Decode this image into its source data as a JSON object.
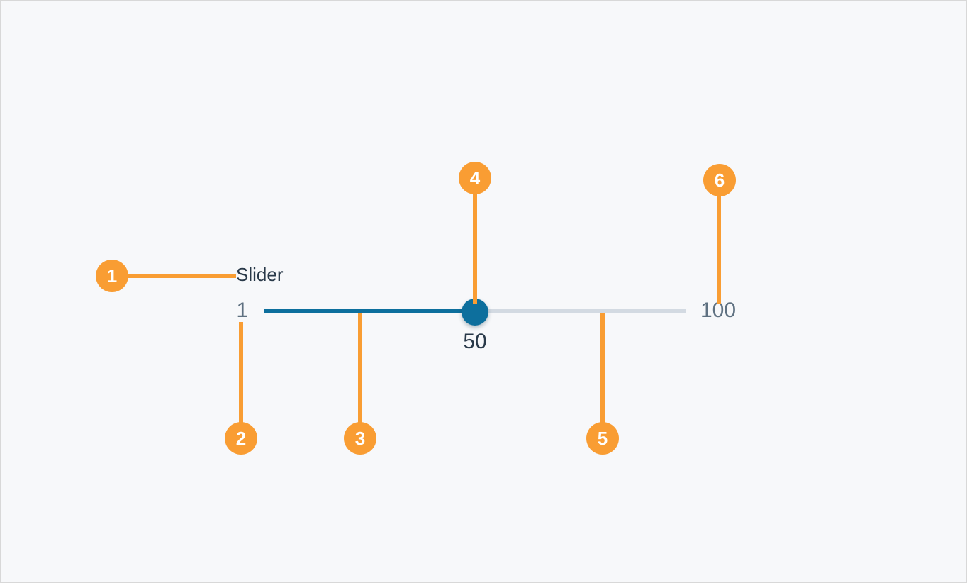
{
  "diagram": {
    "name": "slider-anatomy",
    "slider": {
      "label": "Slider",
      "min": "1",
      "max": "100",
      "value": "50"
    },
    "callouts": [
      {
        "number": "1"
      },
      {
        "number": "2"
      },
      {
        "number": "3"
      },
      {
        "number": "4"
      },
      {
        "number": "5"
      },
      {
        "number": "6"
      }
    ],
    "colors": {
      "annotation": "#f99d33",
      "track_filled": "#0d6f9d",
      "track_unfilled": "#d3dae2",
      "handle": "#0d6f9d",
      "text_primary": "#293949",
      "text_secondary": "#5f7181",
      "background": "#f7f8fa",
      "border": "#d8d8d8"
    }
  }
}
